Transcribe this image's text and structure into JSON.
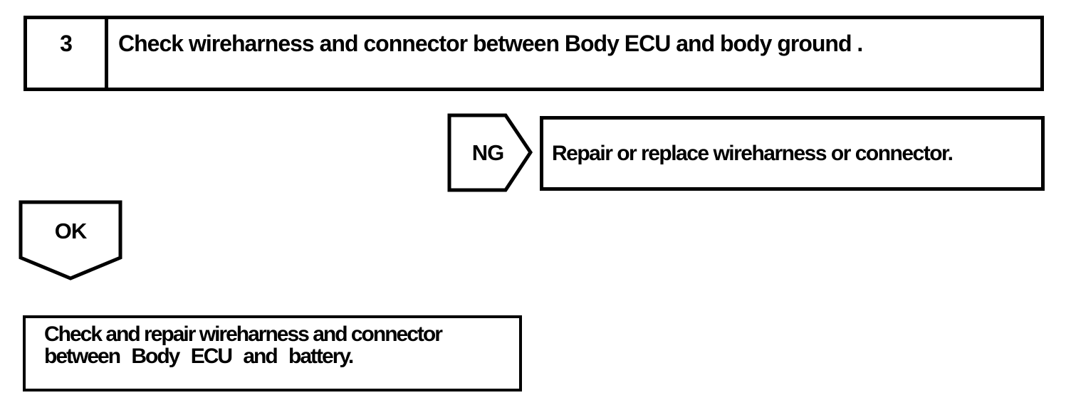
{
  "page": {
    "background_color": "#ffffff",
    "ink_color": "#000000",
    "kind": "service-manual diagnostic flowchart"
  },
  "flowchart": {
    "step_box": {
      "number": "3",
      "title": "Check wireharness and connector between Body ECU and body ground ."
    },
    "ng_branch": {
      "connector_label": "NG",
      "action": "Repair or replace wireharness or connector."
    },
    "ok_branch": {
      "connector_label": "OK",
      "action_line1": "Check and repair wireharness and connector",
      "action_line2": "between Body ECU and battery."
    }
  }
}
